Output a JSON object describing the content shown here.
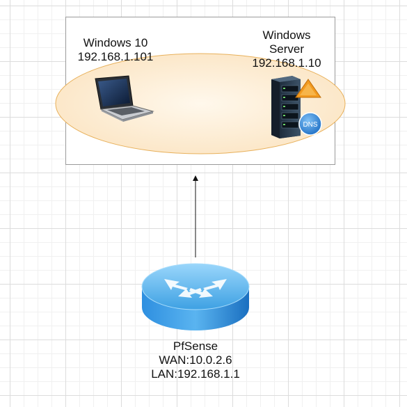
{
  "nodes": {
    "windows10": {
      "name": "Windows 10",
      "ip": "192.168.1.101"
    },
    "server": {
      "name_line1": "Windows",
      "name_line2": "Server",
      "ip": "192.168.1.10",
      "badge": "DNS"
    },
    "pfsense": {
      "name": "PfSense",
      "wan": "WAN:10.0.2.6",
      "lan": "LAN:192.168.1.1"
    }
  },
  "icons": {
    "laptop": "laptop-icon",
    "server": "server-rack-icon",
    "warning": "warning-triangle-icon",
    "dns": "dns-globe-icon",
    "router": "router-icon"
  },
  "colors": {
    "ellipse_fill": "#fbe7c9",
    "ellipse_stroke": "#e8b05a",
    "router_top": "#5fb7ec",
    "router_side": "#1b79c9",
    "warning": "#f29a1f",
    "dns": "#2b83d6"
  }
}
